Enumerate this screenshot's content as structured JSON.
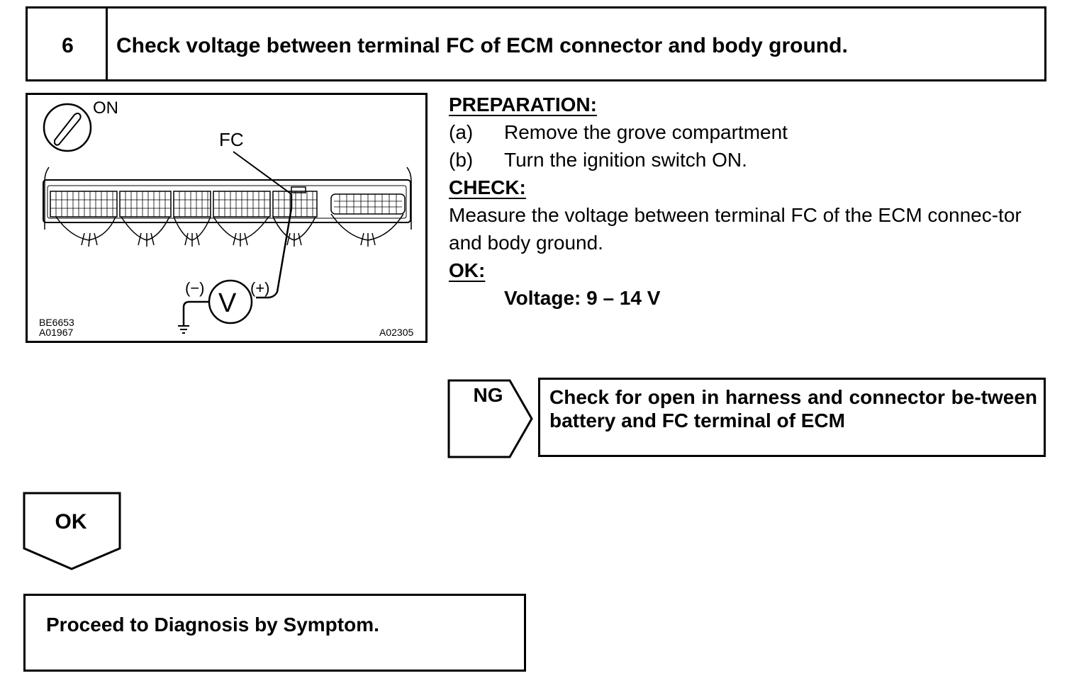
{
  "header": {
    "step_number": "6",
    "title": "Check voltage between terminal FC of ECM connector and body ground."
  },
  "figure": {
    "ignition_label": "ON",
    "terminal_label": "FC",
    "meter_symbol": "V",
    "minus_label": "(−)",
    "plus_label": "(+)",
    "code_top": "BE6653",
    "code_bottom": "A01967",
    "code_right": "A02305",
    "icons": [
      "ignition-key-icon",
      "ecm-connector-icon",
      "voltmeter-icon",
      "ground-icon"
    ]
  },
  "instructions": {
    "preparation_heading": "PREPARATION:",
    "steps": [
      {
        "letter": "(a)",
        "text": "Remove the grove compartment"
      },
      {
        "letter": "(b)",
        "text": "Turn the ignition switch ON."
      }
    ],
    "check_heading": "CHECK:",
    "check_text": "Measure the voltage between terminal FC of the ECM connec-tor and body ground.",
    "ok_heading": "OK:",
    "ok_spec": "Voltage: 9 – 14 V"
  },
  "ng_branch": {
    "label": "NG",
    "result": "Check for open in harness and connector be-tween battery and FC terminal of ECM"
  },
  "ok_branch": {
    "label": "OK",
    "next_prefix": "Proceed to",
    "next_target": "Diagnosis by Symptom."
  }
}
